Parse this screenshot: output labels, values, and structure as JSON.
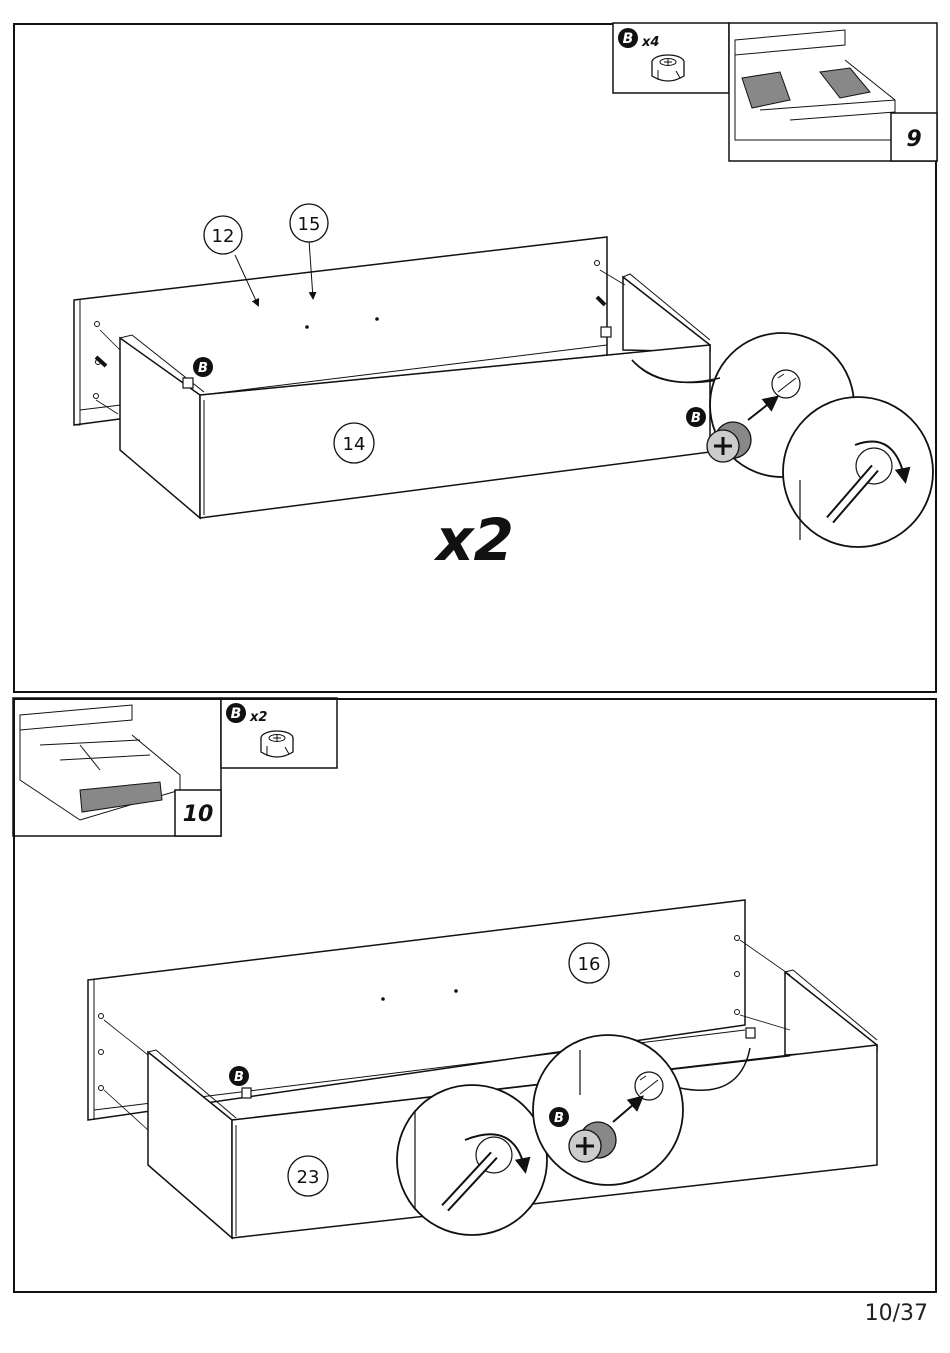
{
  "page": {
    "number_label": "10/37"
  },
  "steps": [
    {
      "number": "9",
      "hardware": {
        "letter": "B",
        "count": "x4"
      },
      "multiplier": "x2",
      "part_labels": {
        "a": "12",
        "b": "15",
        "c": "14"
      },
      "callout_letters": [
        "B",
        "B"
      ]
    },
    {
      "number": "10",
      "hardware": {
        "letter": "B",
        "count": "x2"
      },
      "part_labels": {
        "a": "16",
        "b": "23"
      },
      "callout_letters": [
        "B",
        "B"
      ]
    }
  ],
  "colors": {
    "line": "#111111",
    "fill_shade": "#888888",
    "paper": "#ffffff"
  }
}
